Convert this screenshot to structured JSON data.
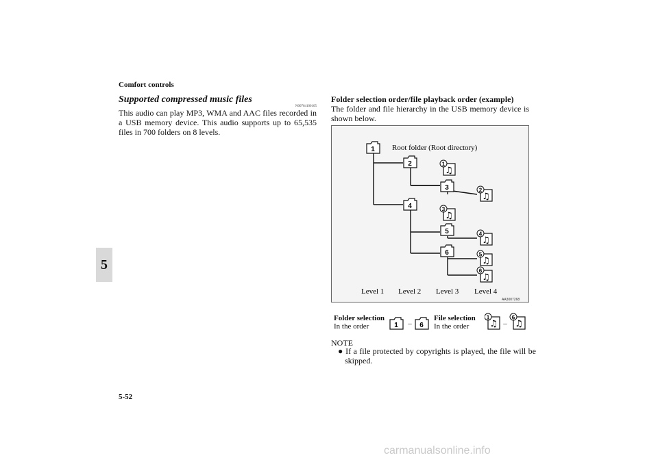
{
  "header": {
    "section": "Comfort controls"
  },
  "chapter_tab": "5",
  "left": {
    "title": "Supported compressed music files",
    "code": "N00764100105",
    "body": "This audio can play MP3, WMA and AAC files recorded in a USB memory device. This audio supports up to 65,535 files in 700 folders on 8 levels."
  },
  "right": {
    "title": "Folder selection order/file playback order (example)",
    "body": "The folder and file hierarchy in the USB memory device is shown below."
  },
  "figure": {
    "root_label": "Root folder (Root directory)",
    "folders": [
      "1",
      "2",
      "3",
      "4",
      "5",
      "6"
    ],
    "files": [
      "1",
      "2",
      "3",
      "4",
      "5",
      "6"
    ],
    "levels": [
      "Level 1",
      "Level 2",
      "Level 3",
      "Level 4"
    ],
    "ref_code": "AA3007268"
  },
  "selection": {
    "folder_title": "Folder selection",
    "folder_order": "In the order",
    "folder_range": [
      "1",
      "6"
    ],
    "file_title": "File selection",
    "file_order": "In the order",
    "file_range": [
      "1",
      "6"
    ],
    "dash": "–"
  },
  "note": {
    "head": "NOTE",
    "bullet": "●",
    "text": "If a file protected by copyrights is played, the file will be skipped."
  },
  "page_number": "5-52",
  "footer": "carmanualsonline.info"
}
